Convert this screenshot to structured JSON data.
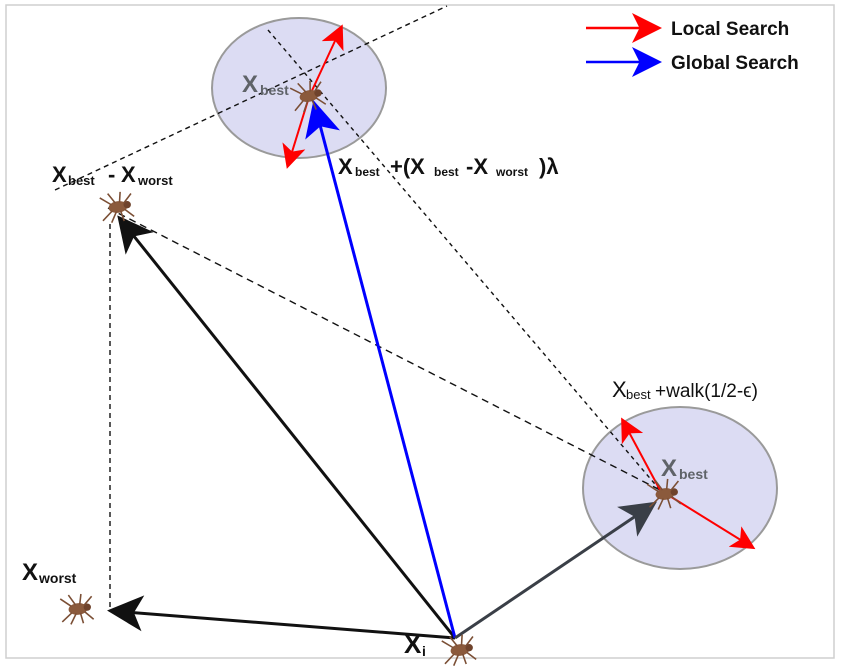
{
  "legend": {
    "local_label": "Local Search",
    "global_label": "Global Search",
    "local_color": "#ff0000",
    "global_color": "#0000ff"
  },
  "labels": {
    "top_best_x": "X",
    "top_best_sub": "best",
    "diff_x1": "X",
    "diff_sub1": "best",
    "diff_op": "-",
    "diff_x2": "X",
    "diff_sub2": "worst",
    "formula_x1": "X",
    "formula_sub1": "best",
    "formula_mid": "+(X",
    "formula_sub2": "best",
    "formula_mid2": "-X",
    "formula_sub3": "worst",
    "formula_end": ")λ",
    "walk_x": "X",
    "walk_sub": "best",
    "walk_rest": "+walk(1/2-ϵ)",
    "right_best_x": "X",
    "right_best_sub": "best",
    "worst_x": "X",
    "worst_sub": "worst",
    "xi_x": "X",
    "xi_sub": "i"
  },
  "colors": {
    "black_arrow": "#111111",
    "dark_arrow": "#3a3f47",
    "circle_fill": "#dcdcf3",
    "circle_stroke": "#9a9a9a",
    "spider": "#8b5a3c"
  },
  "icons": {
    "spider": "spider-icon"
  }
}
